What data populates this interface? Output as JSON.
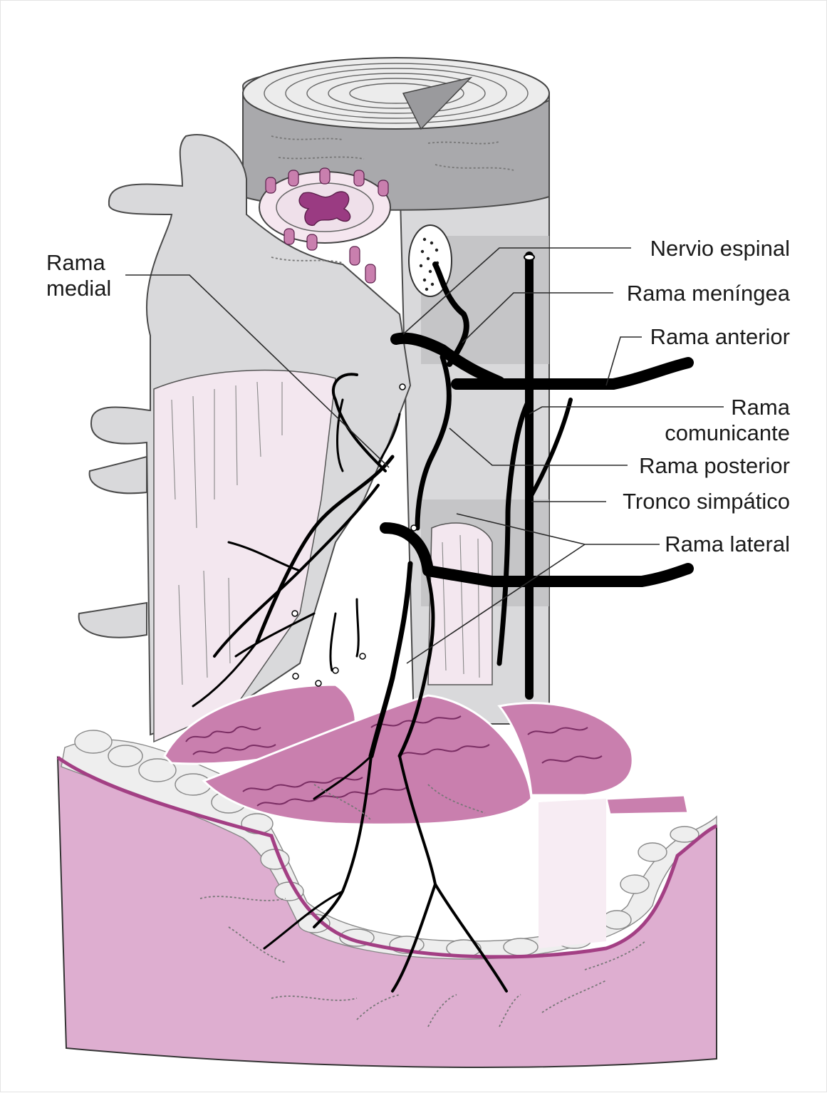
{
  "labels": {
    "rama_medial_line1": "Rama",
    "rama_medial_line2": "medial",
    "nervio_espinal": "Nervio espinal",
    "rama_meningea": "Rama meníngea",
    "rama_anterior": "Rama anterior",
    "rama_comunicante_line1": "Rama",
    "rama_comunicante_line2": "comunicante",
    "rama_posterior": "Rama posterior",
    "tronco_simpatico": "Tronco simpático",
    "rama_lateral": "Rama lateral"
  },
  "colors": {
    "bone": "#d9d9db",
    "bone_dark": "#a9a9ac",
    "nerve": "#000000",
    "muscle": "#c97fae",
    "skin": "#deaed0",
    "ligament": "#f3e7ef"
  }
}
